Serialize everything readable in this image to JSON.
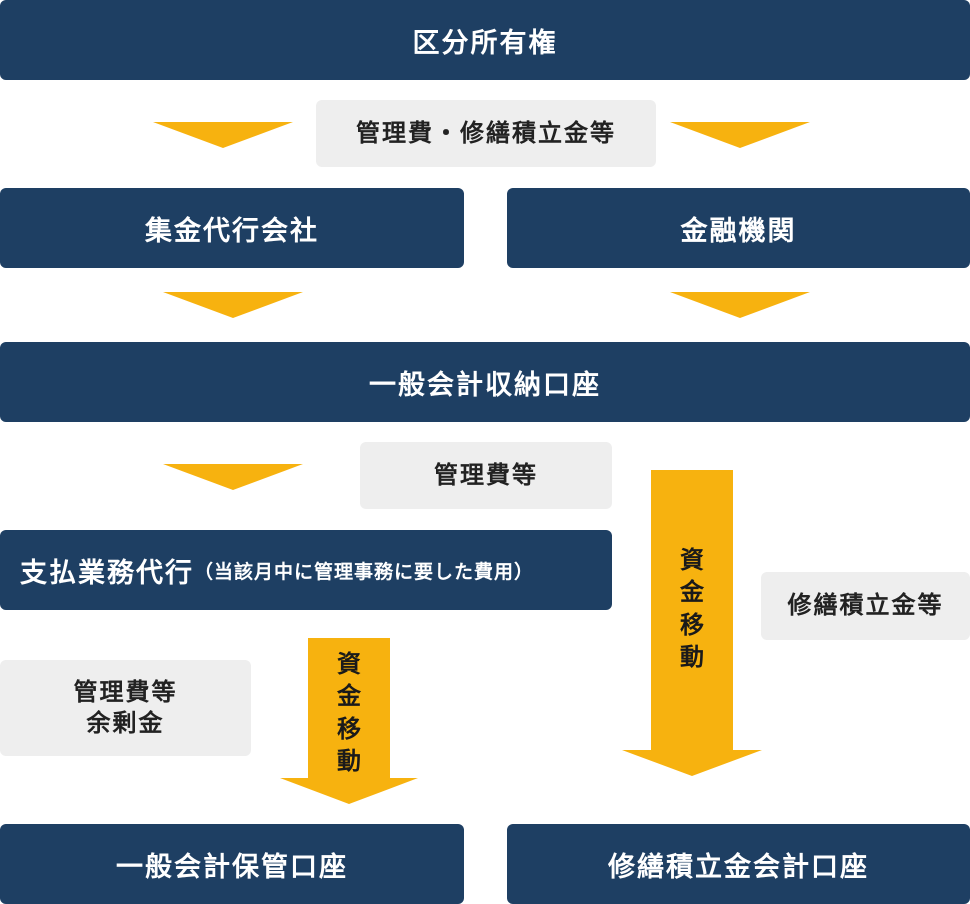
{
  "colors": {
    "node_bg": "#1e3f63",
    "node_text": "#ffffff",
    "label_bg": "#eeeeee",
    "arrow": "#f7b20f"
  },
  "nodes": {
    "owners": "区分所有権",
    "collection_agency": "集金代行会社",
    "financial_institution": "金融機関",
    "general_collection_account": "一般会計収納口座",
    "payment_agency": "支払業務代行",
    "payment_agency_note": "（当該月中に管理事務に要した費用）",
    "general_custody_account": "一般会計保管口座",
    "repair_reserve_account": "修繕積立金会計口座"
  },
  "labels": {
    "fees_and_reserves": "管理費・修繕積立金等",
    "management_fees": "管理費等",
    "surplus_line1": "管理費等",
    "surplus_line2": "余剰金",
    "repair_reserves": "修繕積立金等"
  },
  "arrow_labels": {
    "fund_transfer_left": [
      "資",
      "金",
      "移",
      "動"
    ],
    "fund_transfer_right": [
      "資",
      "金",
      "移",
      "動"
    ]
  }
}
